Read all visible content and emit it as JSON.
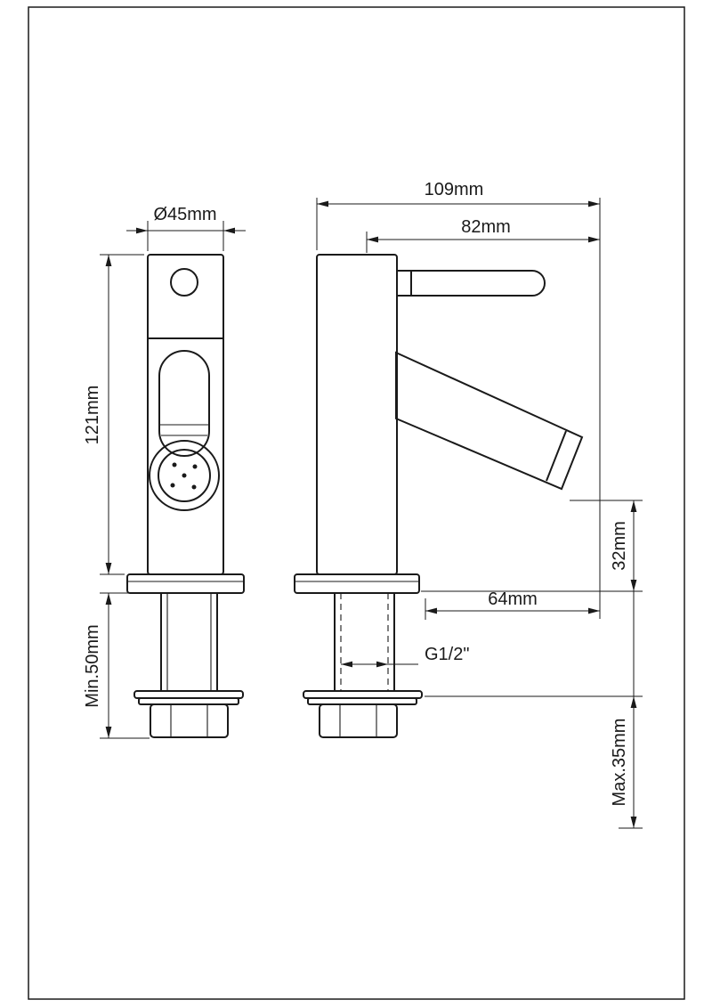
{
  "drawing": {
    "colors": {
      "line": "#1a1a1a",
      "background": "#ffffff"
    },
    "labels": {
      "dia45": "Ø45mm",
      "d109": "109mm",
      "d82": "82mm",
      "h121": "121mm",
      "min50": "Min.50mm",
      "h32": "32mm",
      "d64": "64mm",
      "thread": "G1/2\"",
      "max35": "Max.35mm"
    }
  }
}
